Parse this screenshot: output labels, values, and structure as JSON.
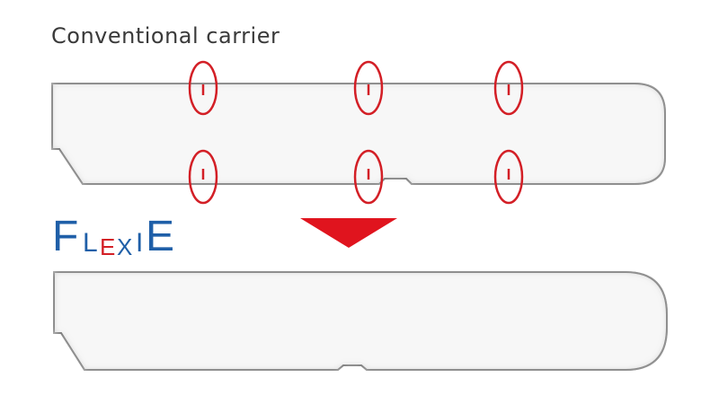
{
  "top_label": "Conventional carrier",
  "logo": {
    "brand_text": "FLEXIE",
    "letters": [
      "F",
      "L",
      "E",
      "X",
      "I",
      "E"
    ]
  },
  "colors": {
    "brand_blue": "#1f5fa8",
    "marker_red": "#d31f26",
    "arrow_red": "#e0141e",
    "outline": "#555555"
  },
  "icons": {
    "cut_marker": "red-ellipse-slit",
    "transition": "down-triangle-arrow"
  },
  "conventional_carrier": {
    "slit_count_top_row": 3,
    "slit_count_bottom_row": 3
  }
}
